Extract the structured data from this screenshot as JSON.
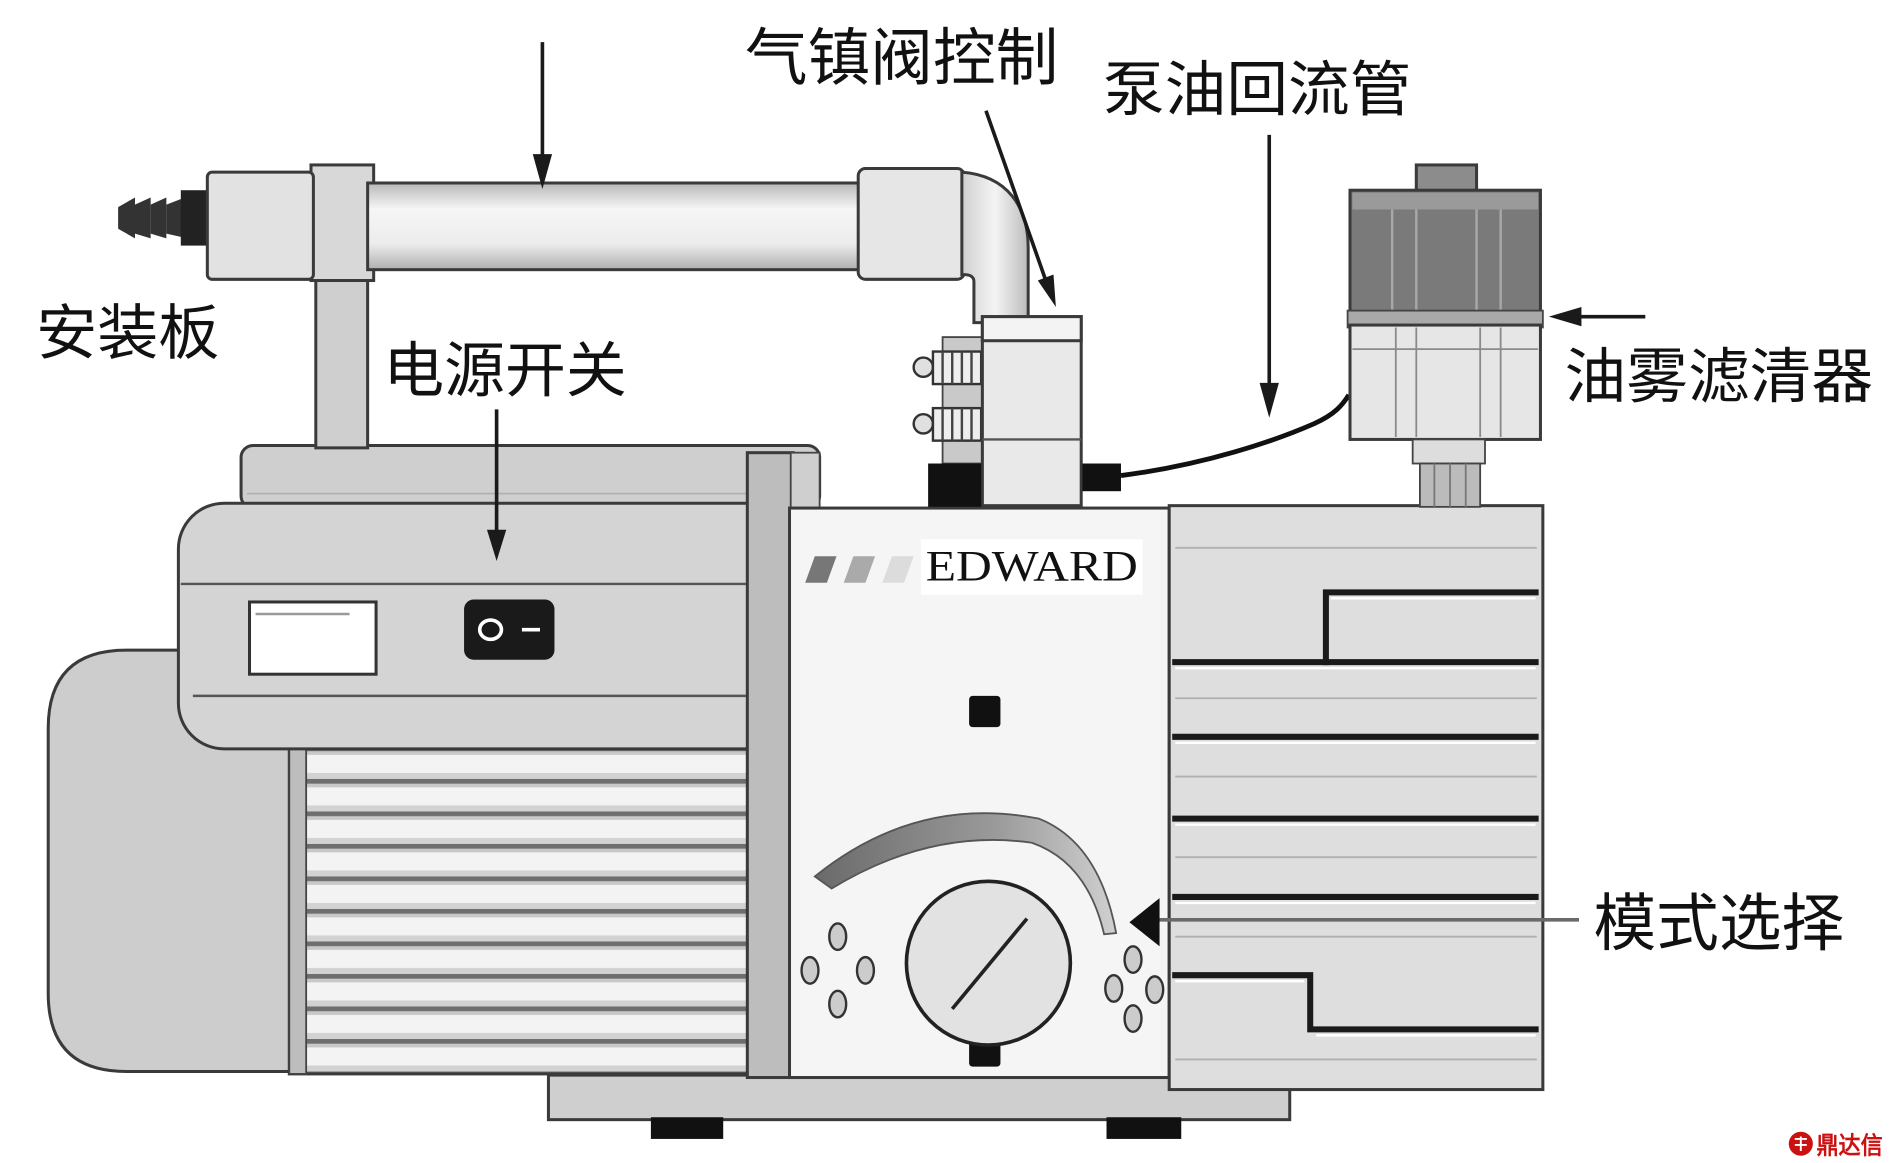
{
  "diagram": {
    "labels": {
      "gas_ballast_control": "气镇阀控制",
      "oil_return_pipe": "泵油回流管",
      "mounting_plate": "安装板",
      "power_switch": "电源开关",
      "oil_mist_filter": "油雾滤清器",
      "mode_select": "模式选择"
    },
    "brand_text": "EDWARD"
  },
  "watermark": {
    "text": "鼎达信"
  },
  "colors": {
    "background": "#ffffff",
    "outline": "#1a1a1a",
    "housing_gray": "#d4d4d4",
    "filter_dark_gray": "#7a7a7a",
    "watermark": "#cc1111"
  }
}
